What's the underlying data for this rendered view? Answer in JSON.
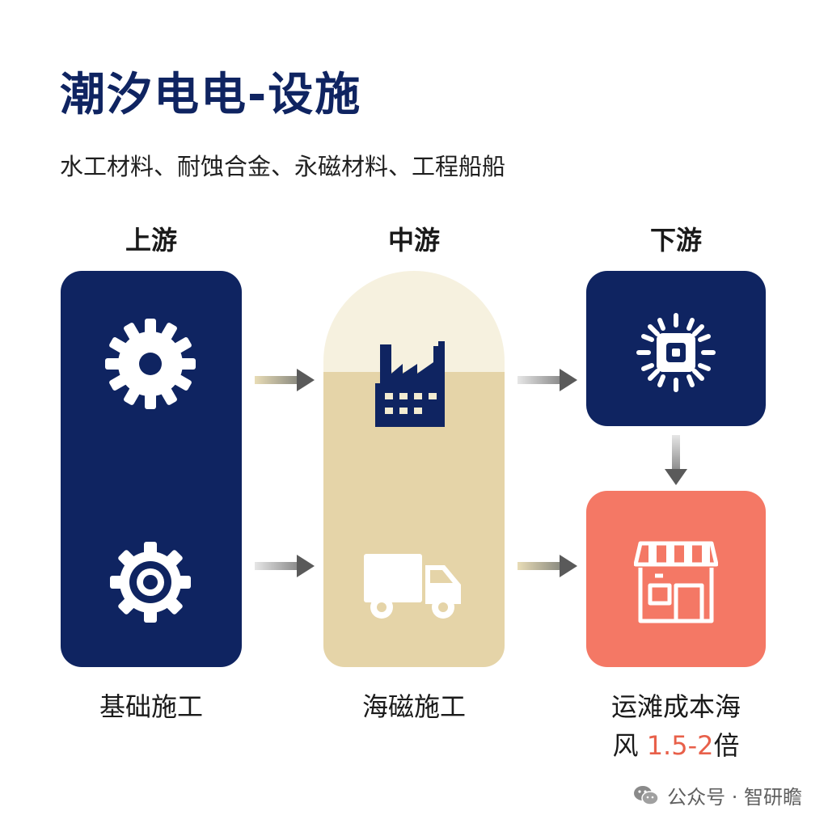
{
  "title": "潮汐电电-设施",
  "subtitle": "水工材料、耐蚀合金、永磁材料、工程船船",
  "columns": {
    "upstream": {
      "heading": "上游",
      "label": "基础施工"
    },
    "midstream": {
      "heading": "中游",
      "label": "海磁施工"
    },
    "downstream": {
      "heading": "下游",
      "label_line1": "运滩成本海",
      "label_prefix": "风 ",
      "label_highlight": "1.5-2",
      "label_suffix": "倍"
    }
  },
  "icons": {
    "upstream_top": "gear-icon",
    "upstream_bottom": "gear-icon",
    "midstream_top": "factory-icon",
    "midstream_bottom": "truck-icon",
    "downstream_top": "chip-icon",
    "downstream_bottom": "storefront-icon"
  },
  "footer": {
    "text": "公众号 · 智研瞻",
    "icon": "wechat-icon"
  },
  "colors": {
    "navy": "#0f2461",
    "sand": "#e5d4a8",
    "cream": "#f6f1df",
    "coral": "#f47865",
    "accent_text": "#e8604a",
    "arrow_gray": "#5a5a5a"
  }
}
